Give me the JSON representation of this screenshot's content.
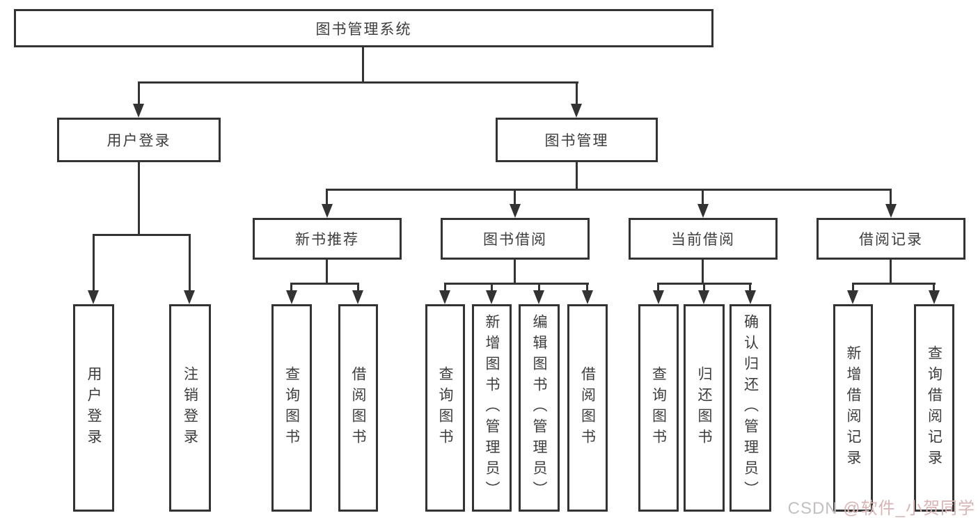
{
  "nodes": {
    "root": "图书管理系统",
    "user_login": "用户登录",
    "book_mgmt": "图书管理",
    "new_book_rec": "新书推荐",
    "book_borrow": "图书借阅",
    "current_borrow": "当前借阅",
    "borrow_records": "借阅记录",
    "leaf_user_login": "用户登录",
    "leaf_logout": "注销登录",
    "nb_query": "查询图书",
    "nb_borrow": "借阅图书",
    "bb_query": "查询图书",
    "bb_add": "新增图书（管理员）",
    "bb_edit": "编辑图书（管理员）",
    "bb_borrow": "借阅图书",
    "cb_query": "查询图书",
    "cb_return": "归还图书",
    "cb_confirm": "确认归还（管理员）",
    "br_add": "新增借阅记录",
    "br_query": "查询借阅记录"
  },
  "watermark": {
    "prefix": "CSDN ",
    "handle": "@软件_小贺同学"
  },
  "colors": {
    "line": "#333333",
    "text": "#3d3d3d",
    "background": "#ffffff",
    "watermark_gray": "#c4c0c0",
    "watermark_pink": "#d9b4b4"
  }
}
